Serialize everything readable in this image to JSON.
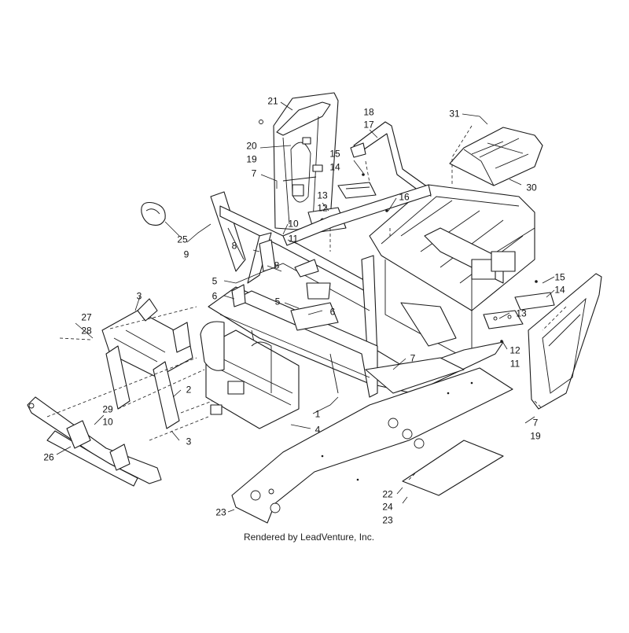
{
  "callouts": {
    "c21": "21",
    "c20": "20",
    "c19a": "19",
    "c7a": "7",
    "c18": "18",
    "c17": "17",
    "c15a": "15",
    "c14a": "14",
    "c13a": "13",
    "c12a": "12",
    "c16": "16",
    "c31": "31",
    "c30": "30",
    "c25": "25",
    "c9": "9",
    "c10a": "10",
    "c11a": "11",
    "c8a": "8",
    "c8b": "8",
    "c5a": "5",
    "c6a": "6",
    "c5b": "5",
    "c6b": "6",
    "c3a": "3",
    "c27": "27",
    "c28": "28",
    "c2": "2",
    "c3b": "3",
    "c29": "29",
    "c10b": "10",
    "c26": "26",
    "c1": "1",
    "c4": "4",
    "c7b": "7",
    "c15b": "15",
    "c14b": "14",
    "c13b": "13",
    "c12b": "12",
    "c11b": "11",
    "c7c": "7",
    "c19b": "19",
    "c22": "22",
    "c24": "24",
    "c23a": "23",
    "c23b": "23"
  },
  "credit": "Rendered by LeadVenture, Inc."
}
